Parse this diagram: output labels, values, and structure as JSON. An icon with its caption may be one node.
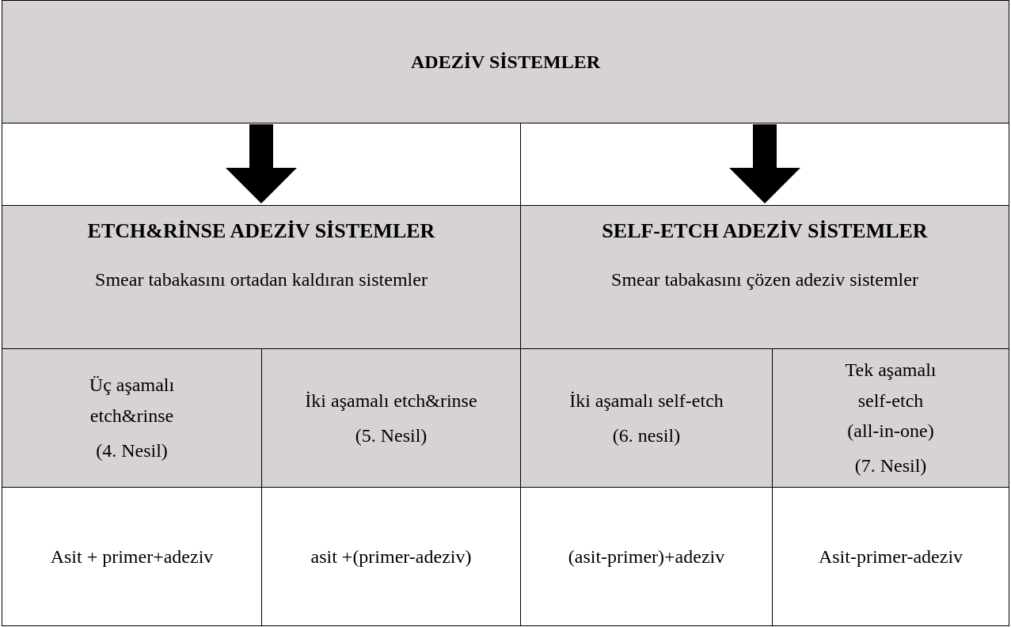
{
  "diagram": {
    "nodes": [
      {
        "text": [
          "ADEZİV SİSTEMLER"
        ]
      },
      {
        "text": [
          "ETCH&RİNSE ADEZİV SİSTEMLER",
          "Smear tabakasını ortadan kaldıran sistemler"
        ]
      },
      {
        "text": [
          "SELF-ETCH ADEZİV SİSTEMLER",
          "Smear tabakasını çözen adeziv sistemler"
        ]
      },
      {
        "text": [
          "Üç aşamalı etch&rinse",
          "(4. Nesil)"
        ]
      },
      {
        "text": [
          "İki aşamalı etch&rinse",
          "(5. Nesil)"
        ]
      },
      {
        "text": [
          "İki aşamalı self-etch",
          "(6. nesil)"
        ]
      },
      {
        "text": [
          "Tek aşamalı self-etch (all-in-one)",
          "(7. Nesil)"
        ]
      },
      {
        "text": [
          "Asit + primer+adeziv"
        ]
      },
      {
        "text": [
          "asit +(primer-adeziv)"
        ]
      },
      {
        "text": [
          "(asit-primer)+adeziv"
        ]
      },
      {
        "text": [
          "Asit-primer-adeziv"
        ]
      }
    ],
    "edges": [
      {
        "from": 0,
        "to": 1,
        "arrow": "to"
      },
      {
        "from": 0,
        "to": 2,
        "arrow": "to"
      }
    ]
  }
}
